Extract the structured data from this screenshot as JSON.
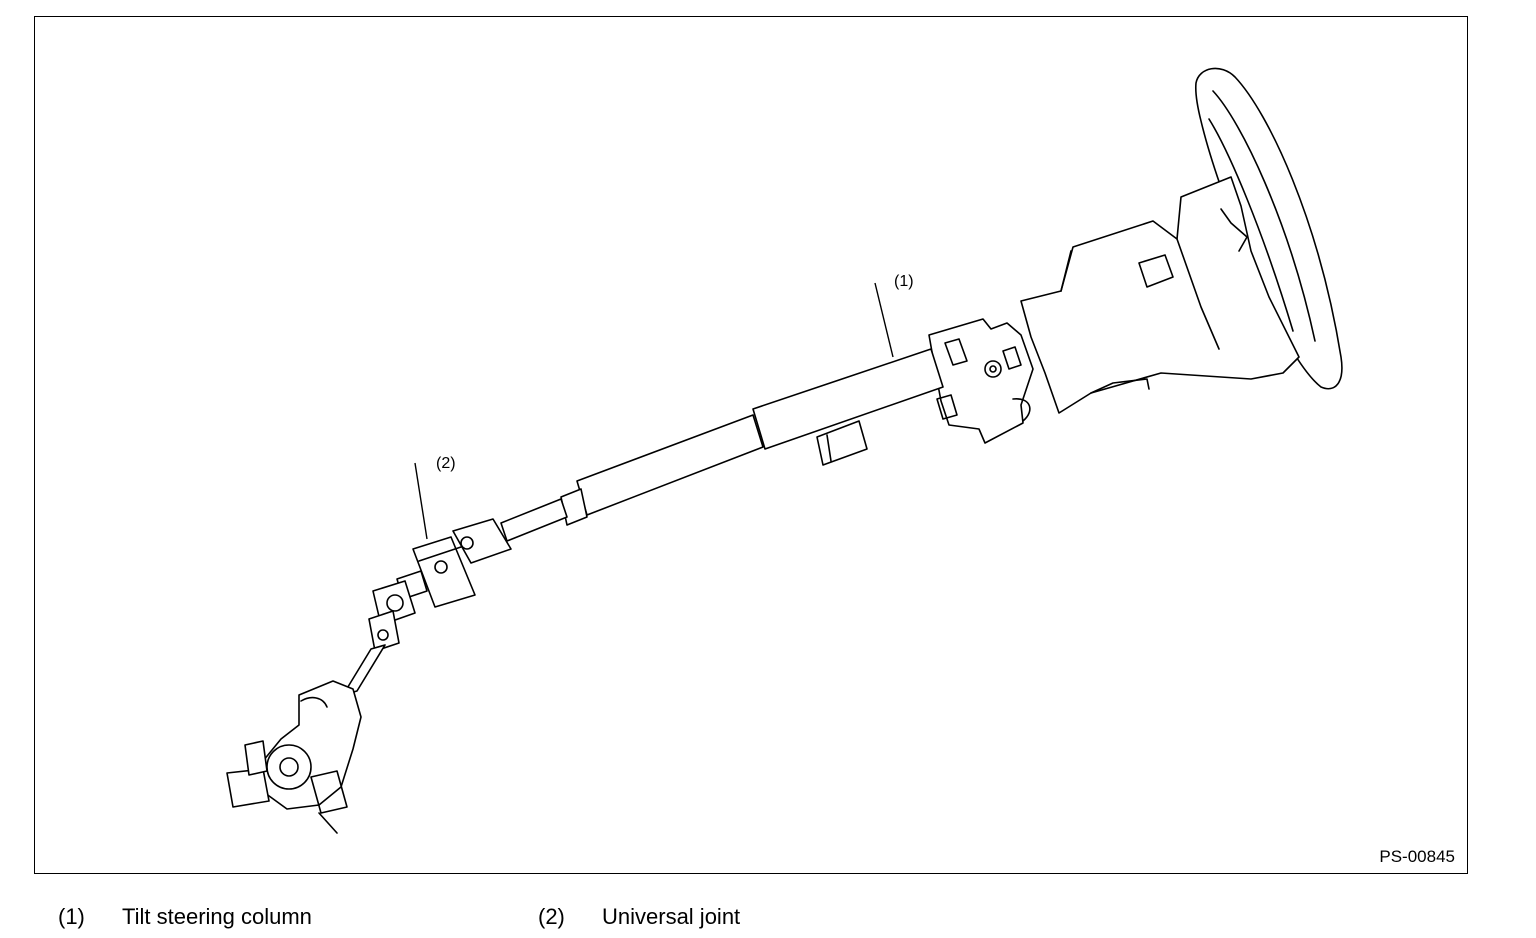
{
  "figure": {
    "id_label": "PS-00845",
    "callouts": [
      {
        "num": "(1)"
      },
      {
        "num": "(2)"
      }
    ]
  },
  "legend": [
    {
      "num": "(1)",
      "text": "Tilt steering column"
    },
    {
      "num": "(2)",
      "text": "Universal joint"
    }
  ]
}
